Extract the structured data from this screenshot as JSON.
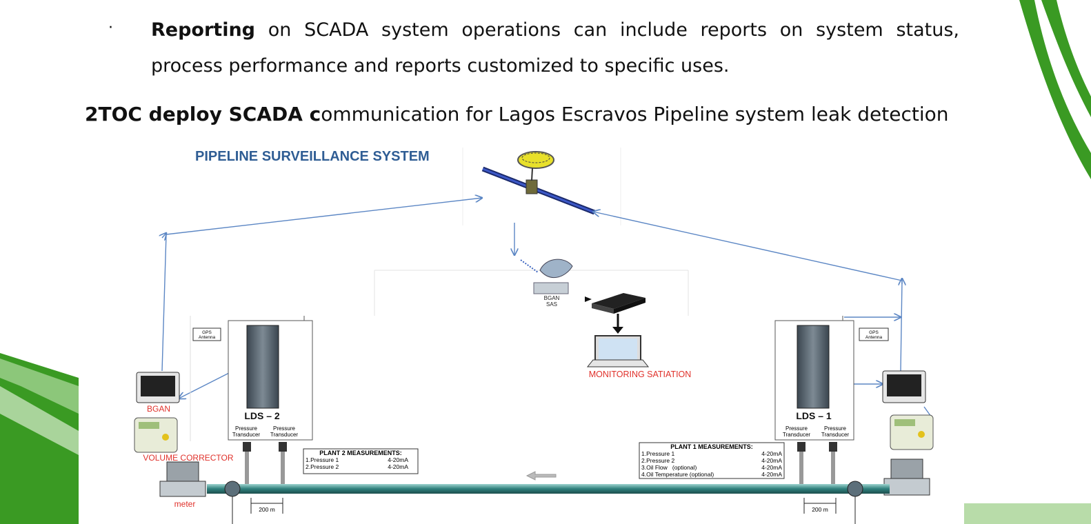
{
  "bullet": {
    "term": "Reporting",
    "text": " on SCADA system operations can include reports on system status, process performance and reports customized to specific uses."
  },
  "heading": {
    "bold_part": "2TOC deploy SCADA c",
    "rest": "ommunication for Lagos Escravos Pipeline  system leak detection"
  },
  "diagram": {
    "title": "PIPELINE SURVEILLANCE SYSTEM",
    "bgan_sas": [
      "BGAN",
      "SAS"
    ],
    "monitoring": "MONITORING SATIATION",
    "gps_antenna_lines": [
      "GPS",
      "Antenna"
    ],
    "lds2": "LDS – 2",
    "lds1": "LDS – 1",
    "pressure_transducer": [
      "Pressure",
      "Transducer"
    ],
    "bgan": "BGAN",
    "volume_corrector": "VOLUME CORRECTOR",
    "meter": "meter",
    "distance": "200 m",
    "plant2": {
      "title": "PLANT 2 MEASUREMENTS:",
      "rows": [
        {
          "label": "1.Pressure 1",
          "value": "4-20mA"
        },
        {
          "label": "2.Pressure 2",
          "value": "4-20mA"
        }
      ]
    },
    "plant1": {
      "title": "PLANT 1 MEASUREMENTS:",
      "rows": [
        {
          "label": "1.Pressure 1",
          "value": "4-20mA"
        },
        {
          "label": "2.Pressure 2",
          "value": "4-20mA"
        },
        {
          "label": "3.Oil Flow   (optional)",
          "value": "4-20mA"
        },
        {
          "label": "4.Oil Temperature (optional)",
          "value": "4-20mA"
        }
      ]
    },
    "colors": {
      "green_dark": "#3a9a23",
      "green_light": "#8cc77a",
      "link_blue": "#5b86c4",
      "title_blue": "#2f5d94",
      "label_red": "#e0302a",
      "pipe": "#2f7f7c"
    }
  }
}
